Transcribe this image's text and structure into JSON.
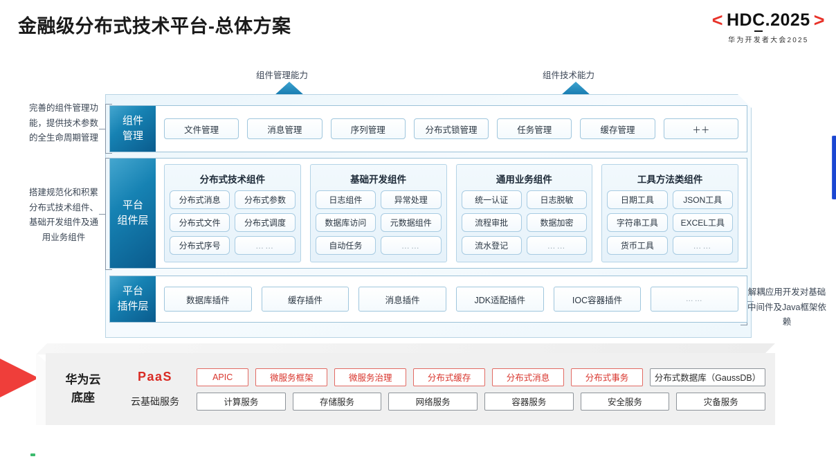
{
  "header": {
    "title": "金融级分布式技术平台-总体方案",
    "logo": {
      "left_bracket": "<",
      "right_bracket": ">",
      "main": "HDC.2025",
      "sub": "华为开发者大会2025"
    }
  },
  "arrows": {
    "left_label": "组件管理能力",
    "right_label": "组件技术能力"
  },
  "side_notes": {
    "left_top": "完善的组件管理功能，提供技术参数的全生命周期管理",
    "left_mid": "搭建规范化和积累分布式技术组件、基础开发组件及通用业务组件",
    "right_bottom": "解耦应用开发对基础中间件及Java框架依赖"
  },
  "bands": [
    {
      "id": "manage",
      "label_line1": "组件",
      "label_line2": "管理",
      "chips": [
        "文件管理",
        "消息管理",
        "序列管理",
        "分布式锁管理",
        "任务管理",
        "缓存管理",
        "＋＋"
      ]
    },
    {
      "id": "plugin",
      "label_line1": "平台",
      "label_line2": "插件层",
      "chips": [
        "数据库插件",
        "缓存插件",
        "消息插件",
        "JDK适配插件",
        "IOC容器插件",
        "……"
      ]
    }
  ],
  "platform_layer": {
    "label_line1": "平台",
    "label_line2": "组件层",
    "groups": [
      {
        "title": "分布式技术组件",
        "items": [
          "分布式消息",
          "分布式参数",
          "分布式文件",
          "分布式调度",
          "分布式序号",
          "……"
        ]
      },
      {
        "title": "基础开发组件",
        "items": [
          "日志组件",
          "异常处理",
          "数据库访问",
          "元数据组件",
          "自动任务",
          "……"
        ]
      },
      {
        "title": "通用业务组件",
        "items": [
          "统一认证",
          "日志脱敏",
          "流程审批",
          "数据加密",
          "流水登记",
          "……"
        ]
      },
      {
        "title": "工具方法类组件",
        "items": [
          "日期工具",
          "JSON工具",
          "字符串工具",
          "EXCEL工具",
          "货币工具",
          "……"
        ]
      }
    ]
  },
  "base": {
    "title_line1": "华为云",
    "title_line2": "底座",
    "rows": [
      {
        "tag": "PaaS",
        "tag_style": "paas",
        "boxes": [
          {
            "label": "APIC",
            "style": "red",
            "flex": 0.72
          },
          {
            "label": "微服务框架",
            "style": "red",
            "flex": 1
          },
          {
            "label": "微服务治理",
            "style": "red",
            "flex": 1
          },
          {
            "label": "分布式缓存",
            "style": "red",
            "flex": 1
          },
          {
            "label": "分布式消息",
            "style": "red",
            "flex": 1
          },
          {
            "label": "分布式事务",
            "style": "red",
            "flex": 1
          },
          {
            "label": "分布式数据库（GaussDB）",
            "style": "gray",
            "flex": 1.62
          }
        ]
      },
      {
        "tag": "云基础服务",
        "tag_style": "cloud",
        "boxes": [
          {
            "label": "计算服务",
            "style": "gray",
            "flex": 1
          },
          {
            "label": "存储服务",
            "style": "gray",
            "flex": 1
          },
          {
            "label": "网络服务",
            "style": "gray",
            "flex": 1
          },
          {
            "label": "容器服务",
            "style": "gray",
            "flex": 1
          },
          {
            "label": "安全服务",
            "style": "gray",
            "flex": 1
          },
          {
            "label": "灾备服务",
            "style": "gray",
            "flex": 1
          }
        ]
      }
    ]
  },
  "colors": {
    "brand_red": "#d8342c",
    "band_blue_dark": "#0a5b8d",
    "band_blue_light": "#44a6cf",
    "accent_blue": "#1a46d2",
    "accent_green": "#3dbb6e"
  }
}
